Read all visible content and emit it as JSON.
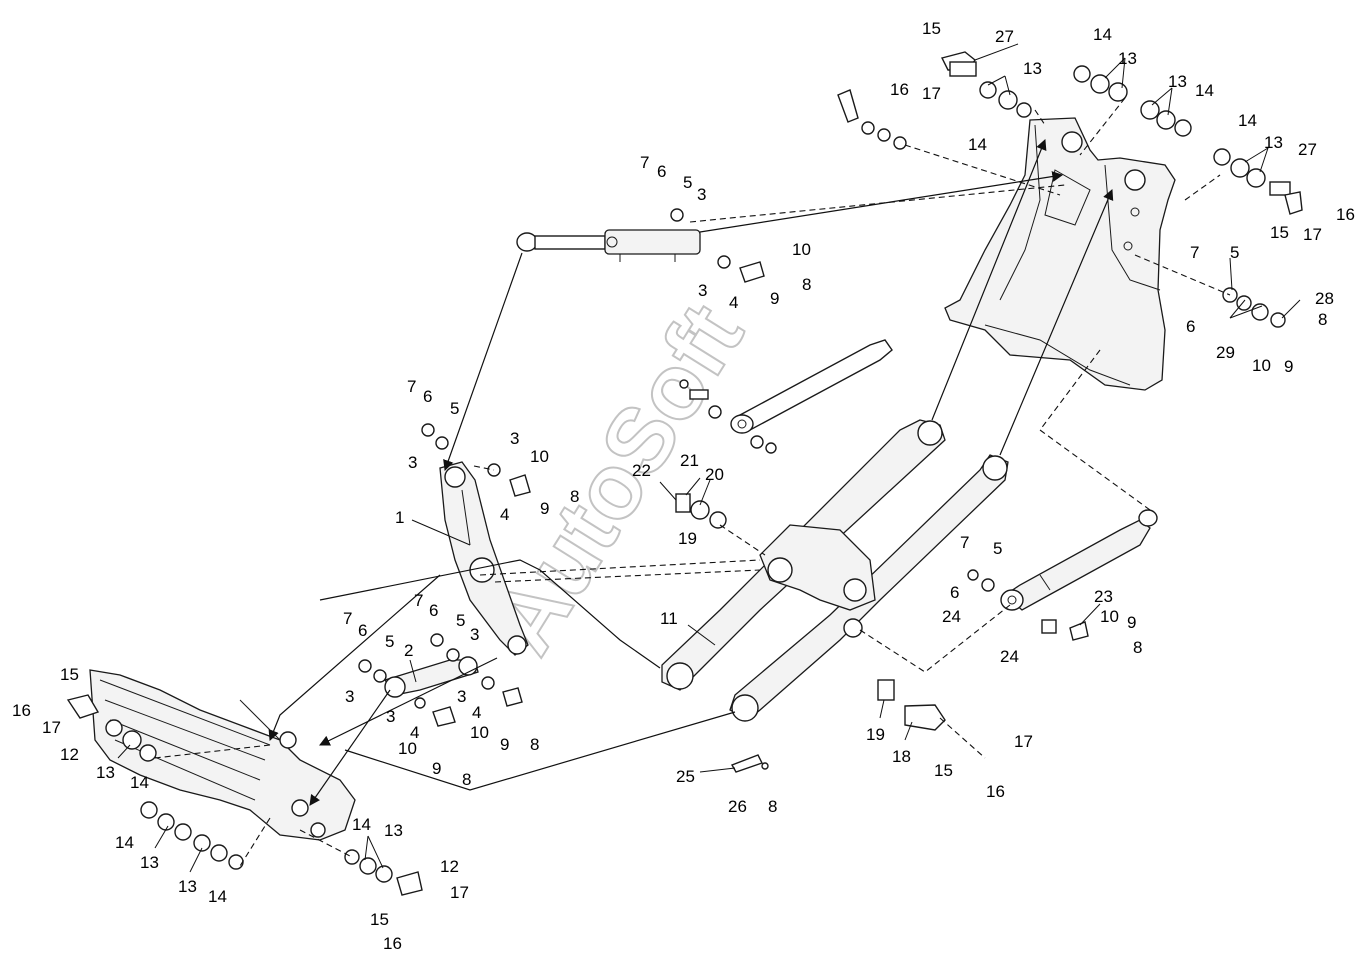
{
  "watermark": "AutoSoft",
  "callouts": {
    "c1": "1",
    "c2": "2",
    "c3": "3",
    "c4": "4",
    "c5": "5",
    "c6": "6",
    "c7": "7",
    "c8": "8",
    "c9": "9",
    "c10": "10",
    "c11": "11",
    "c12": "12",
    "c13": "13",
    "c14": "14",
    "c15": "15",
    "c16": "16",
    "c17": "17",
    "c18": "18",
    "c19": "19",
    "c20": "20",
    "c21": "21",
    "c22": "22",
    "c23": "23",
    "c24": "24",
    "c25": "25",
    "c26": "26",
    "c27": "27",
    "c28": "28",
    "c29": "29"
  }
}
